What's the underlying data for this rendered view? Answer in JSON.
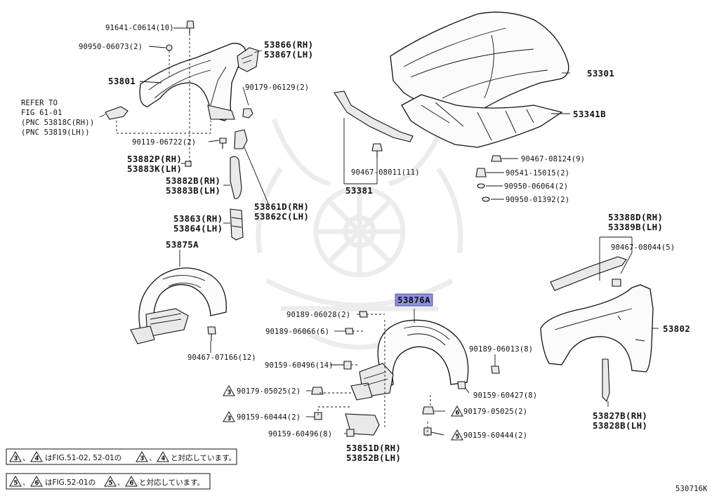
{
  "labels": {
    "p91641": "91641-C0614(10)",
    "p90950a": "90950-06073(2)",
    "p53866": "53866(RH)",
    "p53867": "53867(LH)",
    "p53801": "53801",
    "p90179a": "90179-06129(2)",
    "refer1": "REFER TO",
    "refer2": "FIG 61-01",
    "refer3": "(PNC 53818C(RH))",
    "refer4": "(PNC 53819(LH))",
    "p90119": "90119-06722(2)",
    "p53882p": "53882P(RH)",
    "p53883k": "53883K(LH)",
    "p53882b": "53882B(RH)",
    "p53883b": "53883B(LH)",
    "p53861d": "53861D(RH)",
    "p53862c": "53862C(LH)",
    "p53863": "53863(RH)",
    "p53864": "53864(LH)",
    "p53875a": "53875A",
    "p90467a": "90467-07166(12)",
    "p53301": "53301",
    "p53341b": "53341B",
    "p90467b": "90467-08124(9)",
    "p90541": "90541-15015(2)",
    "p90950b": "90950-06064(2)",
    "p90950c": "90950-01392(2)",
    "p90467c": "90467-08011(11)",
    "p53381": "53381",
    "p53388d": "53388D(RH)",
    "p53389b": "53389B(LH)",
    "p90467d": "90467-08044(5)",
    "p53876a": "53876A",
    "p90189a": "90189-06028(2)",
    "p90189b": "90189-06066(6)",
    "p90159a": "90159-60496(14)",
    "p90179b": "90179-05025(2)",
    "p90159b": "90159-60444(2)",
    "p90159c": "90159-60496(8)",
    "p53851d": "53851D(RH)",
    "p53852b": "53852B(LH)",
    "p90189c": "90189-06013(8)",
    "p90159d": "90159-60427(8)",
    "p90179c": "90179-05025(2)",
    "p90159e": "90159-60444(2)",
    "p53802": "53802",
    "p53827b": "53827B(RH)",
    "p53828b": "53828B(LH)"
  },
  "triangles": {
    "t3a": "3",
    "t3b": "3",
    "t6": "6",
    "t5": "5",
    "n1a": "3",
    "n1b": "4",
    "n1c": "3",
    "n1d": "4",
    "n2a": "5",
    "n2b": "6",
    "n2c": "5",
    "n2d": "6"
  },
  "notes": {
    "note1_sep1": "、",
    "note1_mid": "はFIG.51-02, 52-01の",
    "note1_sep2": "、",
    "note1_end": "と対応しています。",
    "note2_sep1": "、",
    "note2_mid": "はFIG.52-01の",
    "note2_sep2": "、",
    "note2_end": "と対応しています。"
  },
  "figure_code": "530716K",
  "highlight_color": "#8f8fe0"
}
